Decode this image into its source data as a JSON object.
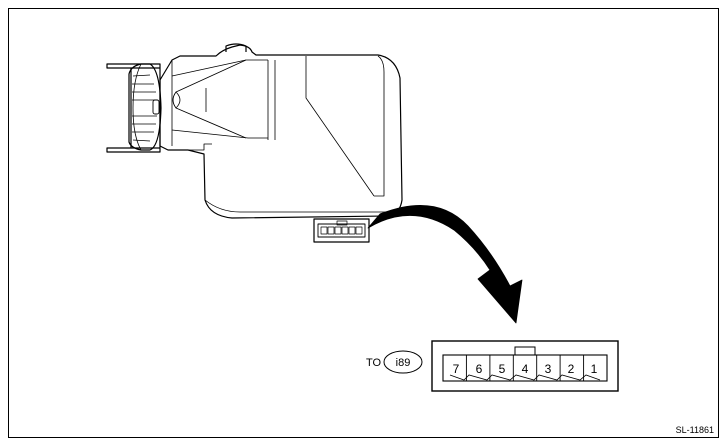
{
  "connector": {
    "prefix": "TO",
    "connector_id": "i89",
    "pins": [
      "7",
      "6",
      "5",
      "4",
      "3",
      "2",
      "1"
    ]
  },
  "figure_code": "SL-11861"
}
